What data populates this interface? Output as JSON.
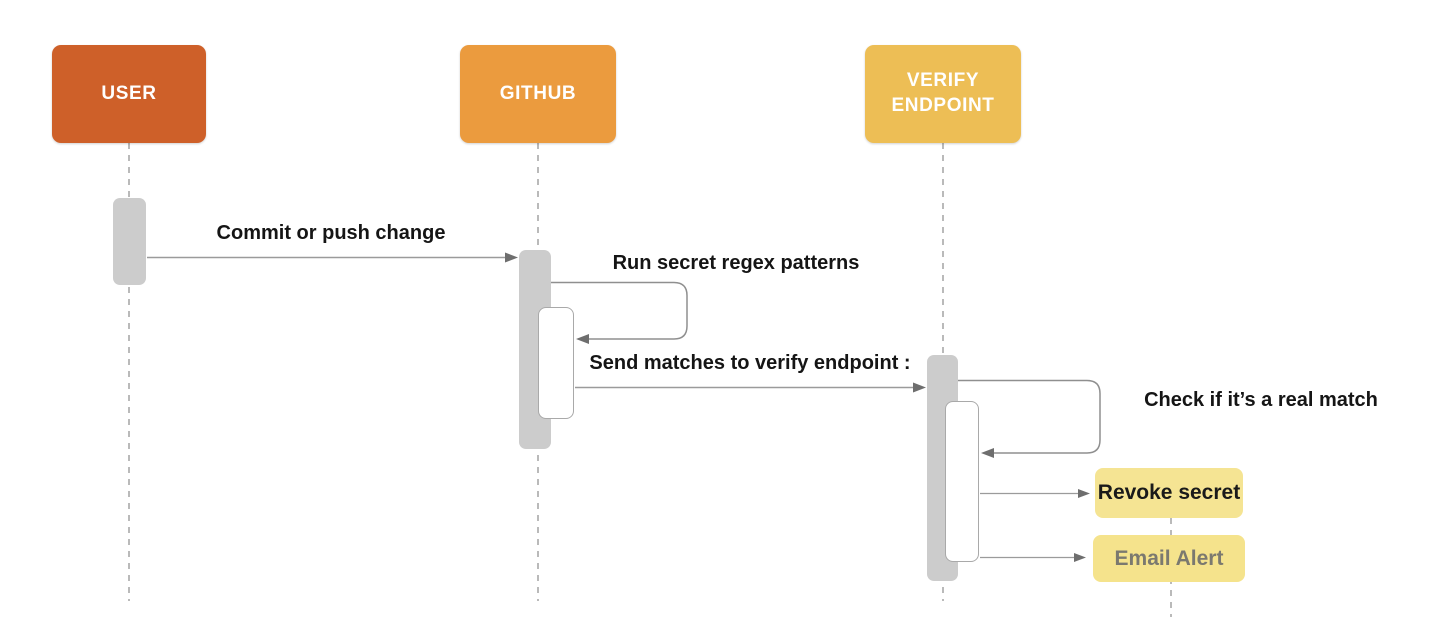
{
  "diagram": {
    "type": "sequence-diagram",
    "background": "#ffffff",
    "actors": [
      {
        "id": "user",
        "label": "USER",
        "color": "#ce6029"
      },
      {
        "id": "github",
        "label": "GITHUB",
        "color": "#eb9b3e"
      },
      {
        "id": "verify-endpoint",
        "label": "VERIFY\nENDPOINT",
        "color": "#edbe55"
      }
    ],
    "messages": [
      {
        "kind": "arrow",
        "from": "USER",
        "to": "GITHUB",
        "label": "Commit or push change"
      },
      {
        "kind": "self-loop",
        "actor": "GITHUB",
        "label": "Run secret regex patterns"
      },
      {
        "kind": "arrow",
        "from": "GITHUB",
        "to": "VERIFY ENDPOINT",
        "label": "Send matches to verify endpoint :"
      },
      {
        "kind": "self-loop",
        "actor": "VERIFY ENDPOINT",
        "label": "Check if it’s a real match"
      },
      {
        "kind": "arrow",
        "from": "VERIFY ENDPOINT",
        "to": "Revoke secret",
        "label": ""
      },
      {
        "kind": "arrow",
        "from": "VERIFY ENDPOINT",
        "to": "Email Alert",
        "label": ""
      }
    ],
    "notes": [
      {
        "id": "revoke-secret",
        "label": "Revoke secret",
        "bg": "#f5e493",
        "text_color": "#1a1a1a"
      },
      {
        "id": "email-alert",
        "label": "Email Alert",
        "bg": "#f5e38c",
        "text_color": "#7b796f"
      }
    ],
    "colors": {
      "activation_bar": "#cccccc",
      "nested_bar_border": "#a9a9a9",
      "lifeline": "#a3a3a3",
      "message_line": "#9b9b9b",
      "arrowhead": "#6e6e6e",
      "label_text": "#151515"
    }
  }
}
